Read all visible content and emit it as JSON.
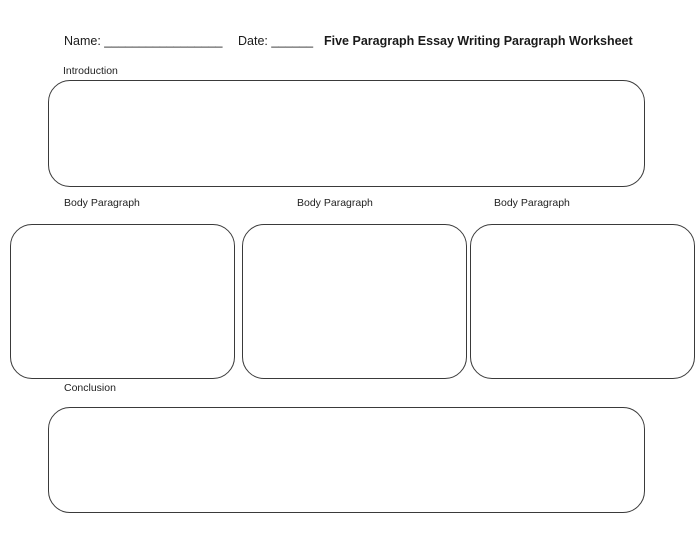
{
  "header": {
    "name_label": "Name: _________________",
    "date_label": "Date: ______",
    "title": "Five Paragraph Essay Writing Paragraph Worksheet"
  },
  "sections": {
    "introduction": "Introduction",
    "body": [
      "Body Paragraph",
      "Body Paragraph",
      "Body Paragraph"
    ],
    "conclusion": "Conclusion"
  }
}
